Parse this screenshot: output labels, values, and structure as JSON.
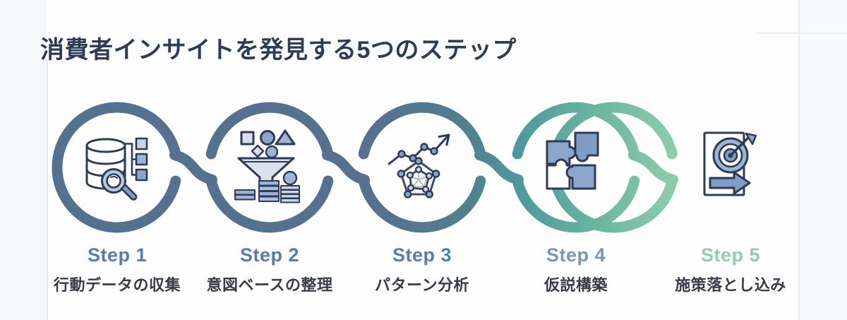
{
  "title": "消費者インサイトを発見する5つのステップ",
  "steps": [
    {
      "label": "Step 1",
      "description": "行動データの収集",
      "icon": "database-search-icon",
      "label_color": "#5B7DA4"
    },
    {
      "label": "Step 2",
      "description": "意図ベースの整理",
      "icon": "funnel-sort-icon",
      "label_color": "#5B7DA4"
    },
    {
      "label": "Step 3",
      "description": "パターン分析",
      "icon": "radar-chart-icon",
      "label_color": "#5B7DA4"
    },
    {
      "label": "Step 4",
      "description": "仮説構築",
      "icon": "puzzle-pieces-icon",
      "label_color": "#7E97AB"
    },
    {
      "label": "Step 5",
      "description": "施策落とし込み",
      "icon": "target-arrow-icon",
      "label_color": "#93CCAE"
    }
  ],
  "colors": {
    "title": "#2D3B55",
    "description_text": "#383D46",
    "ring_blue": "#55718F",
    "ring_blue_teal": "#51808F",
    "ring_teal": "#4F989E",
    "ring_green_mid": "#6EB89F",
    "ring_green_soft": "#8DCBAD",
    "ring_green": "#9AD4B4",
    "icon_outline": "#2E3A56",
    "icon_fill_light": "#C9D4E6",
    "icon_fill_mid": "#9FB4D4",
    "icon_fill_accent": "#7E9CC6"
  }
}
